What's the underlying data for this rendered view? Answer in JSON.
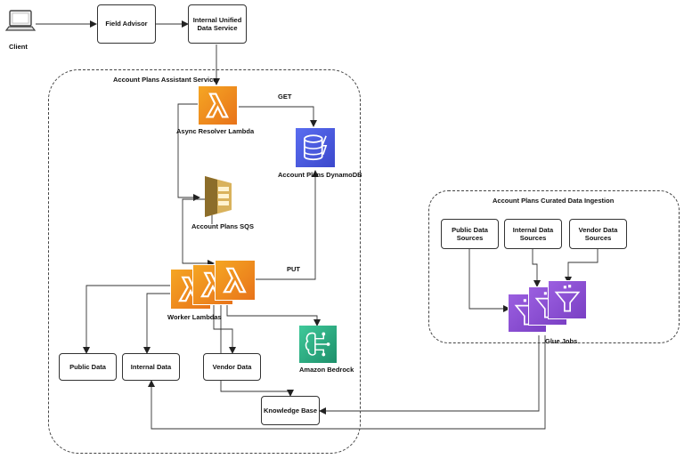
{
  "client": {
    "label": "Client"
  },
  "nodes": {
    "field_advisor": "Field Advisor",
    "internal_unified": "Internal Unified\nData Service",
    "public_data": "Public Data",
    "internal_data": "Internal Data",
    "vendor_data": "Vendor Data",
    "knowledge_base": "Knowledge Base",
    "public_sources": "Public Data\nSources",
    "internal_sources": "Internal Data\nSources",
    "vendor_sources": "Vendor Data\nSources"
  },
  "groups": {
    "assistant": "Account Plans Assistant Service",
    "ingestion": "Account Plans Curated Data Ingestion"
  },
  "services": {
    "async_resolver": "Async Resolver Lambda",
    "dynamodb": "Account Plans DynamoDB",
    "sqs": "Account Plans SQS",
    "workers": "Worker Lambdas",
    "bedrock": "Amazon Bedrock",
    "glue": "Glue Jobs"
  },
  "edges": {
    "get": "GET",
    "put": "PUT"
  },
  "colors": {
    "lambda": "#ED7100",
    "dynamodb": "#4053D6",
    "sqs": "#C7A14A",
    "bedrock": "#01A88D",
    "glue": "#8C4FFF"
  }
}
